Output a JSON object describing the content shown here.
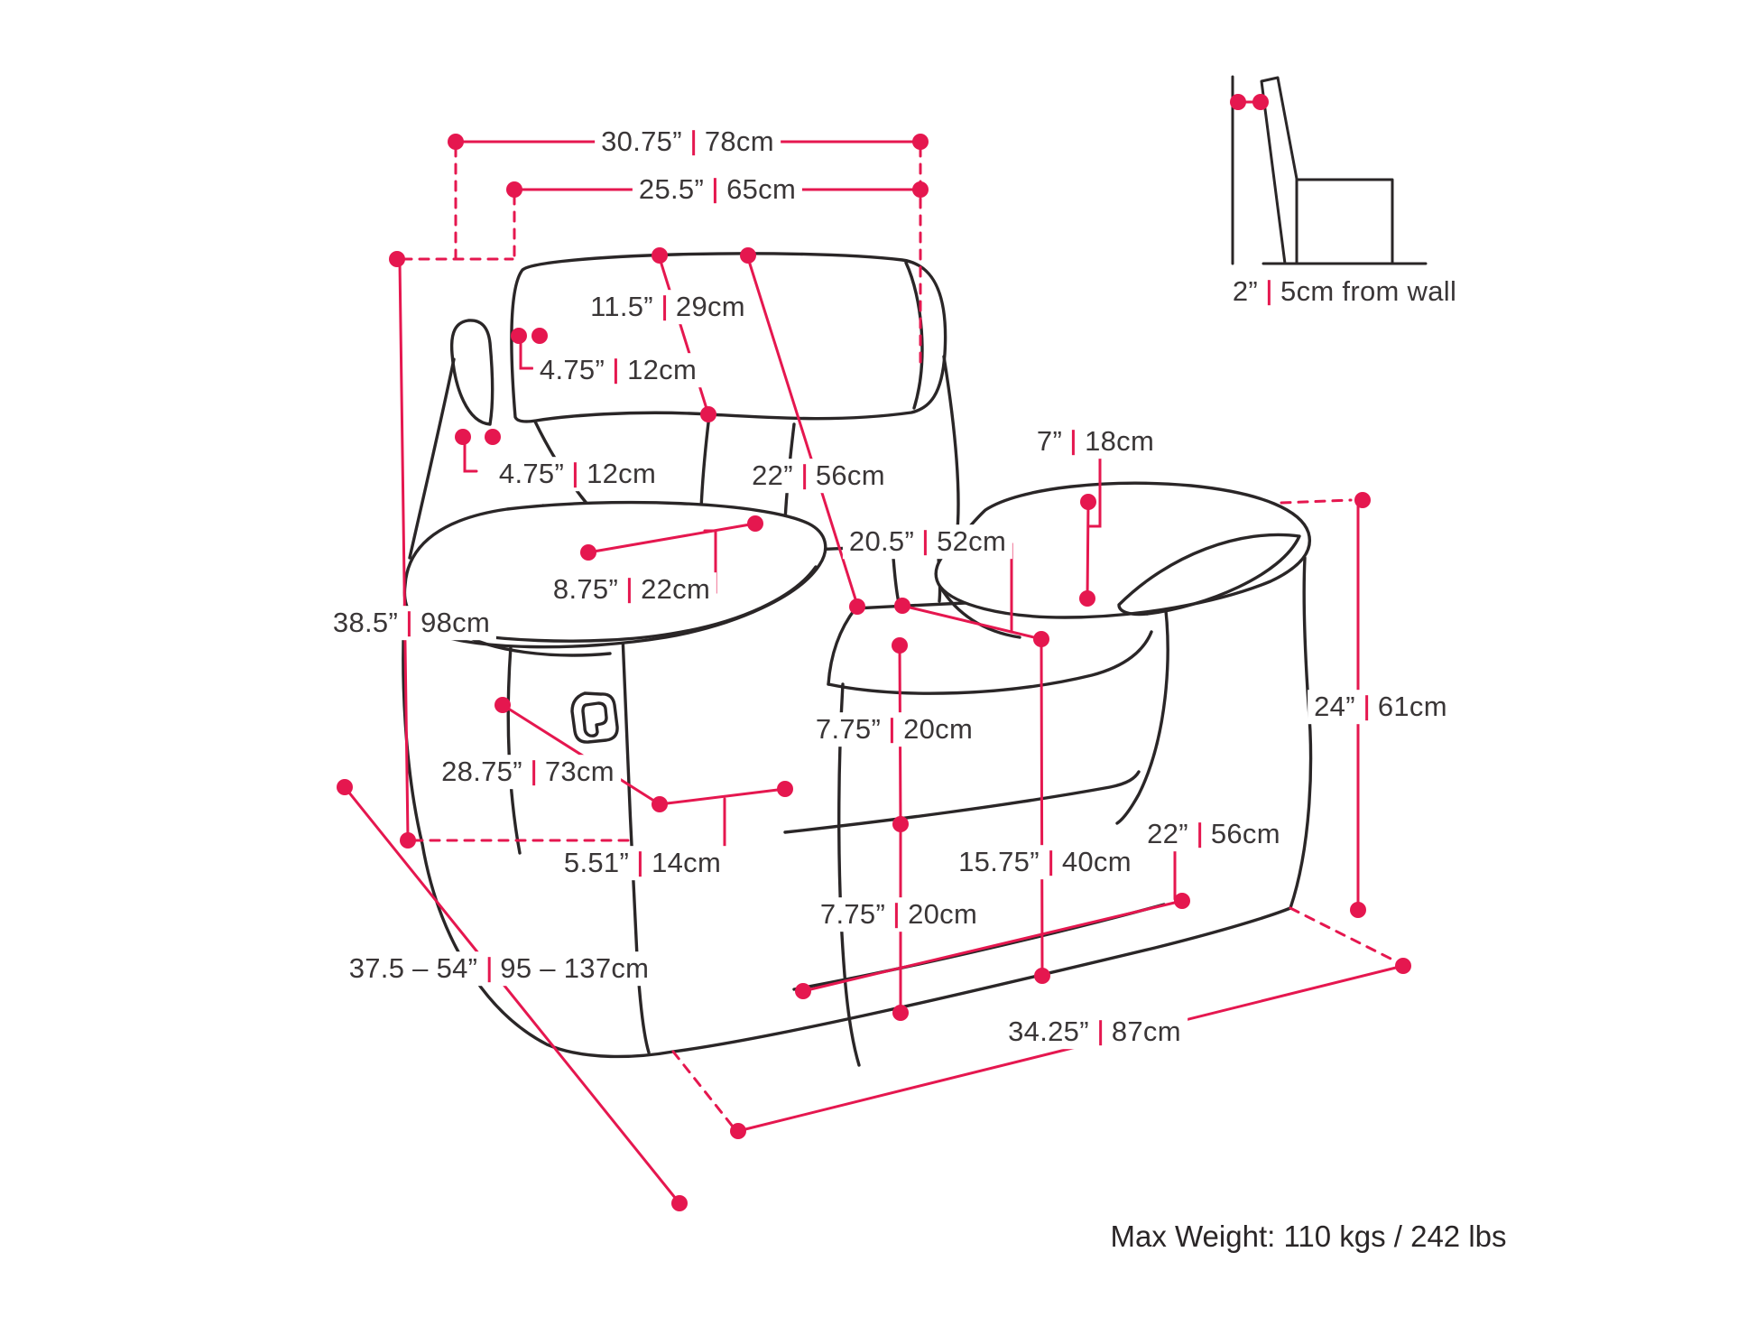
{
  "colors": {
    "accent": "#e5174f",
    "ink": "#2a2627",
    "text": "#3a3637",
    "background": "#ffffff"
  },
  "dimensions": {
    "top_width_outer": {
      "in": "30.75”",
      "cm": "78cm"
    },
    "top_width_inner": {
      "in": "25.5”",
      "cm": "65cm"
    },
    "headrest_depth": {
      "in": "11.5”",
      "cm": "29cm"
    },
    "headrest_thickness": {
      "in": "4.75”",
      "cm": "12cm"
    },
    "wing_thickness": {
      "in": "4.75”",
      "cm": "12cm"
    },
    "back_height": {
      "in": "22”",
      "cm": "56cm"
    },
    "arm_pillow_height": {
      "in": "7”",
      "cm": "18cm"
    },
    "arm_pillow_length": {
      "in": "8.75”",
      "cm": "22cm"
    },
    "seat_width": {
      "in": "20.5”",
      "cm": "52cm"
    },
    "overall_height": {
      "in": "38.5”",
      "cm": "98cm"
    },
    "arm_front_height": {
      "in": "24”",
      "cm": "61cm"
    },
    "side_length": {
      "in": "28.75”",
      "cm": "73cm"
    },
    "side_gap": {
      "in": "5.51”",
      "cm": "14cm"
    },
    "seat_thickness": {
      "in": "7.75”",
      "cm": "20cm"
    },
    "skirt_height": {
      "in": "7.75”",
      "cm": "20cm"
    },
    "base_height": {
      "in": "15.75”",
      "cm": "40cm"
    },
    "base_length": {
      "in": "22”",
      "cm": "56cm"
    },
    "reclined_length": {
      "in": "37.5 – 54”",
      "cm": "95 – 137cm"
    },
    "floor_width": {
      "in": "34.25”",
      "cm": "87cm"
    }
  },
  "wall_note": {
    "in": "2”",
    "cm": "5cm from wall"
  },
  "footer": {
    "max_weight": "Max Weight: 110 kgs / 242 lbs"
  }
}
